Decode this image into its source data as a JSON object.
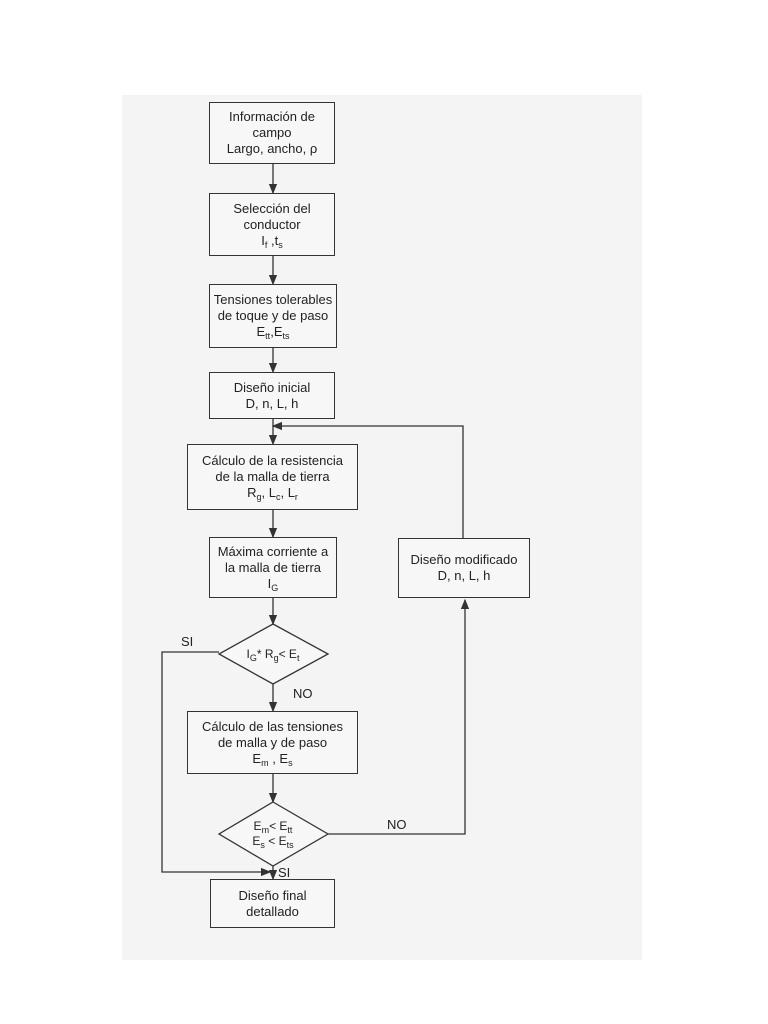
{
  "boxes": {
    "info": {
      "lines": [
        "Información de",
        "campo",
        "Largo, ancho, ρ"
      ]
    },
    "conductor": {
      "lines": [
        "Selección del",
        "conductor"
      ],
      "sym": {
        "a": "I",
        "a_sub": "f",
        "sep": " ,",
        "b": "t",
        "b_sub": "s"
      }
    },
    "tolerable": {
      "lines": [
        "Tensiones tolerables",
        "de toque y de paso"
      ],
      "sym": {
        "a": "E",
        "a_sub": "tt",
        "sep": ",",
        "b": "E",
        "b_sub": "ts"
      }
    },
    "initial": {
      "lines": [
        "Diseño inicial",
        "D, n, L, h"
      ]
    },
    "resistance": {
      "lines": [
        "Cálculo de la resistencia",
        "de la malla de tierra"
      ],
      "sym": {
        "a": "R",
        "a_sub": "g",
        "b": "L",
        "b_sub": "c",
        "c": "L",
        "c_sub": "r"
      }
    },
    "current": {
      "lines": [
        "Máxima corriente a",
        "la malla de tierra"
      ],
      "sym": {
        "a": "I",
        "a_sub": "G"
      }
    },
    "tensions": {
      "lines": [
        "Cálculo de las tensiones",
        "de malla y de paso"
      ],
      "sym": {
        "a": "E",
        "a_sub": "m",
        "sep": " , ",
        "b": "E",
        "b_sub": "s"
      }
    },
    "final": {
      "lines": [
        "Diseño final",
        "detallado"
      ]
    },
    "modified": {
      "lines": [
        "Diseño modificado",
        "D, n, L, h"
      ]
    }
  },
  "decisions": {
    "d1": {
      "a": "I",
      "a_sub": "G",
      "mid": "* R",
      "mid_sub": "g",
      "op": "< E",
      "op_sub": "t"
    },
    "d2": {
      "l1a": "E",
      "l1a_sub": "m",
      "l1b": "< E",
      "l1b_sub": "tt",
      "l2a": "E",
      "l2a_sub": "s",
      "l2b": " < E",
      "l2b_sub": "ts"
    }
  },
  "labels": {
    "si_1": "SI",
    "no_1": "NO",
    "no_2": "NO",
    "si_2": "SI"
  }
}
